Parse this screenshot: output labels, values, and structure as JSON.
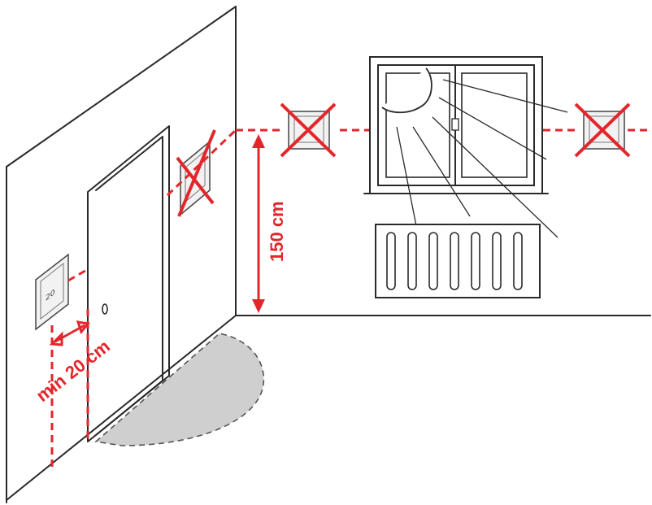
{
  "labels": {
    "height_label": "150 cm",
    "min_distance_label": "min 20 cm"
  },
  "thermostat_display": "20",
  "colors": {
    "accent": "#e4262c",
    "line": "#2a2a2a",
    "door_swing": "#cfcfcf"
  }
}
